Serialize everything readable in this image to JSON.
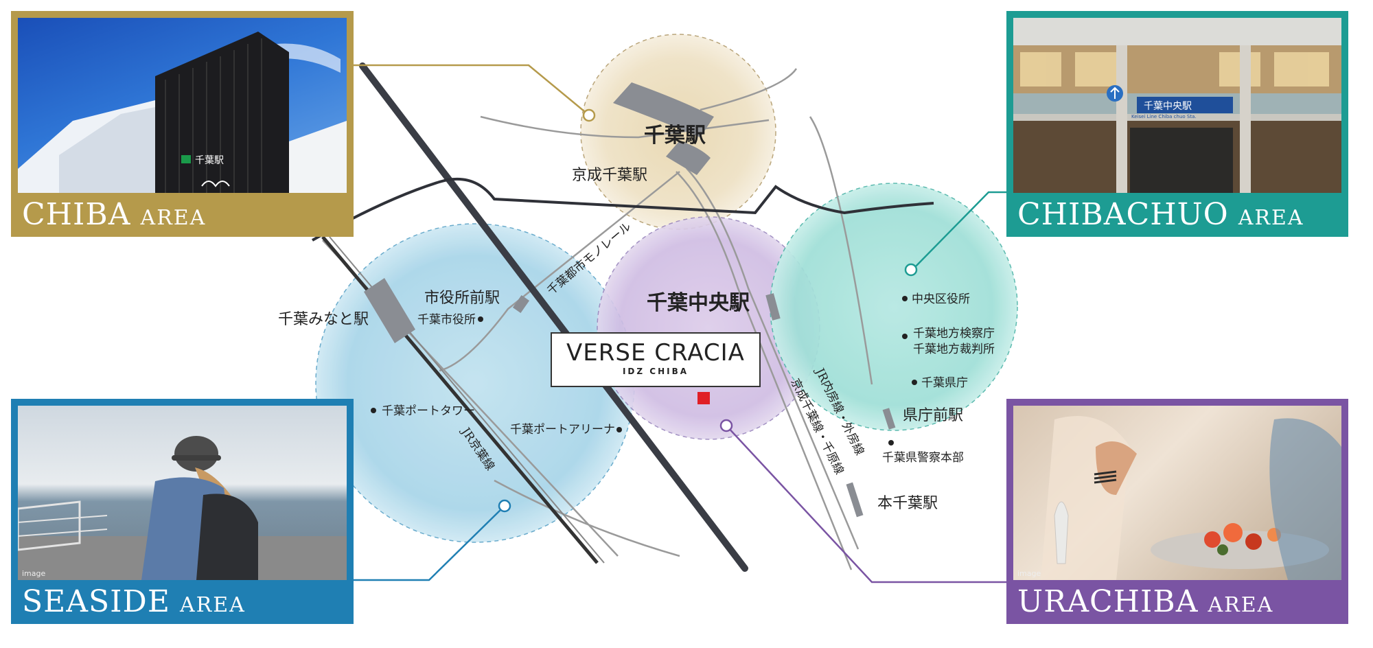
{
  "colors": {
    "chiba": "#b59a4b",
    "chibachuo": "#1d9c93",
    "seaside": "#1f7fb3",
    "urachiba": "#7a54a3",
    "site": "#e01f26"
  },
  "project": {
    "name": "VERSE CRACIA",
    "subtitle": "IDZ CHIBA"
  },
  "areas": {
    "chiba": {
      "name": "CHIBA",
      "suffix": "AREA"
    },
    "chibachuo": {
      "name": "CHIBACHUO",
      "suffix": "AREA"
    },
    "seaside": {
      "name": "SEASIDE",
      "suffix": "AREA",
      "note": "image"
    },
    "urachiba": {
      "name": "URACHIBA",
      "suffix": "AREA",
      "note": "image"
    }
  },
  "photo_text": {
    "chiba_sign": "千葉駅",
    "chibachuo_sign": "千葉中央駅",
    "chibachuo_sign_en": "Keisei Line Chiba chuo Sta."
  },
  "stations": {
    "chiba": "千葉駅",
    "keisei_chiba": "京成千葉駅",
    "chibachuo": "千葉中央駅",
    "shiyakusho_mae": "市役所前駅",
    "chiba_minato": "千葉みなと駅",
    "kencho_mae": "県庁前駅",
    "hon_chiba": "本千葉駅"
  },
  "lines": {
    "monorail": "千葉都市モノレール",
    "keiyo": "JR京葉線",
    "uchibo": "JR内房線・外房線",
    "keisei_chihara": "京成千葉線・千原線"
  },
  "facilities": {
    "city_hall": "千葉市役所",
    "port_tower": "千葉ポートタワー",
    "port_arena": "千葉ポートアリーナ",
    "chuo_ward": "中央区役所",
    "prosecutors": "千葉地方検察庁",
    "court": "千葉地方裁判所",
    "pref_office": "千葉県庁",
    "police_hq": "千葉県警察本部"
  }
}
